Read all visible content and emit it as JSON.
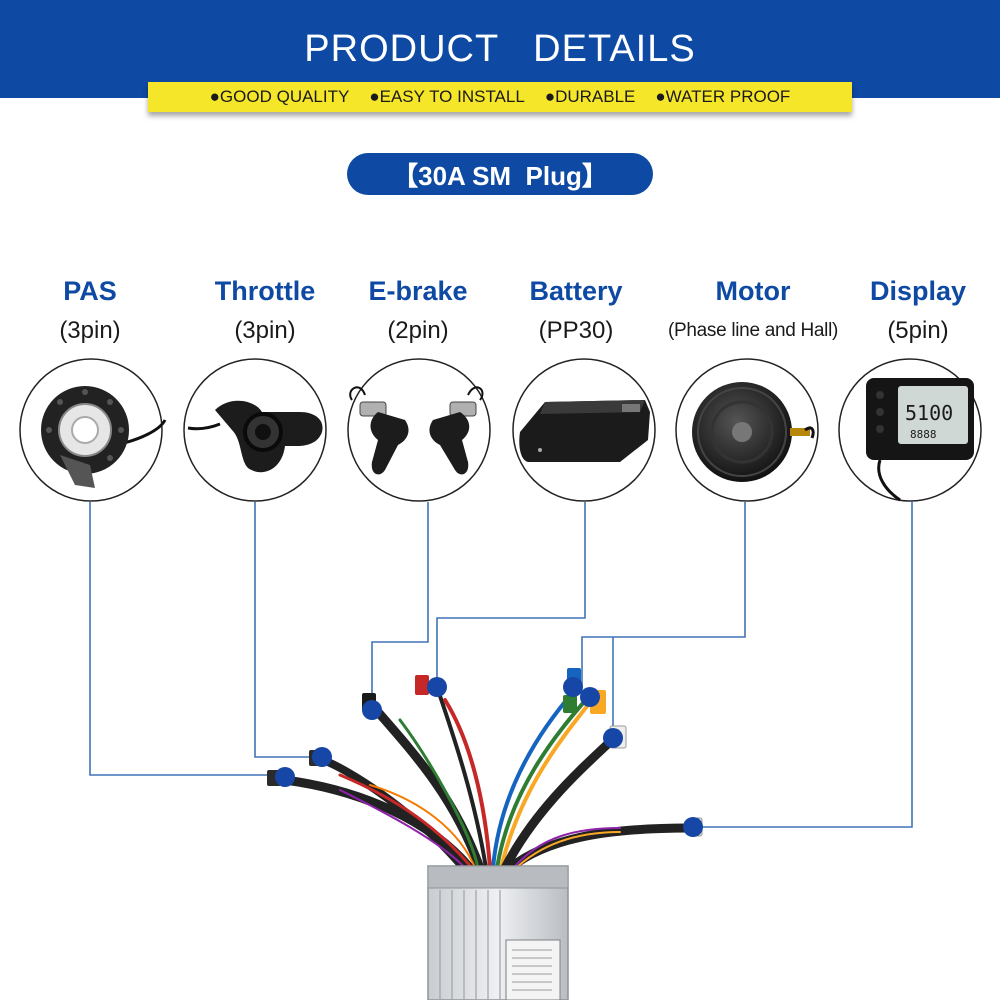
{
  "header": {
    "title": "PRODUCT   DETAILS",
    "features": [
      "●GOOD QUALITY",
      "●EASY TO INSTALL",
      "●DURABLE",
      "●WATER PROOF"
    ]
  },
  "plug_label": "【30A SM  Plug】",
  "components": [
    {
      "name": "PAS",
      "pins": "(3pin)",
      "icon": "pas-sensor-icon"
    },
    {
      "name": "Throttle",
      "pins": "(3pin)",
      "icon": "thumb-throttle-icon"
    },
    {
      "name": "E-brake",
      "pins": "(2pin)",
      "icon": "brake-lever-icon"
    },
    {
      "name": "Battery",
      "pins": "(PP30)",
      "icon": "battery-pack-icon"
    },
    {
      "name": "Motor",
      "pins": "(Phase line and Hall)",
      "icon": "hub-motor-icon"
    },
    {
      "name": "Display",
      "pins": "(5pin)",
      "icon": "lcd-display-icon"
    }
  ],
  "colors": {
    "brand_blue": "#0e4aa3",
    "feature_yellow": "#f5e62a",
    "connector_line": "#3f74b8"
  }
}
